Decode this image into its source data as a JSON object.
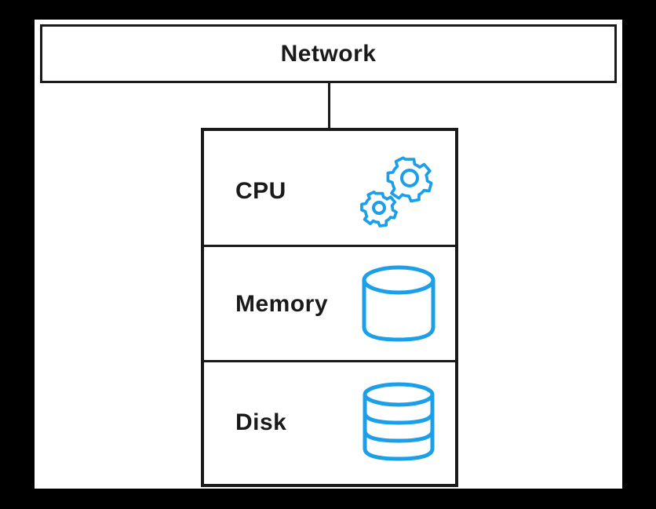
{
  "network": {
    "label": "Network"
  },
  "server": {
    "sections": [
      {
        "label": "CPU",
        "icon": "gears-icon"
      },
      {
        "label": "Memory",
        "icon": "cylinder-icon"
      },
      {
        "label": "Disk",
        "icon": "database-icon"
      }
    ]
  },
  "colors": {
    "line": "#1a1a1a",
    "icon": "#1a9fe8",
    "background": "#ffffff",
    "frame": "#000000"
  }
}
